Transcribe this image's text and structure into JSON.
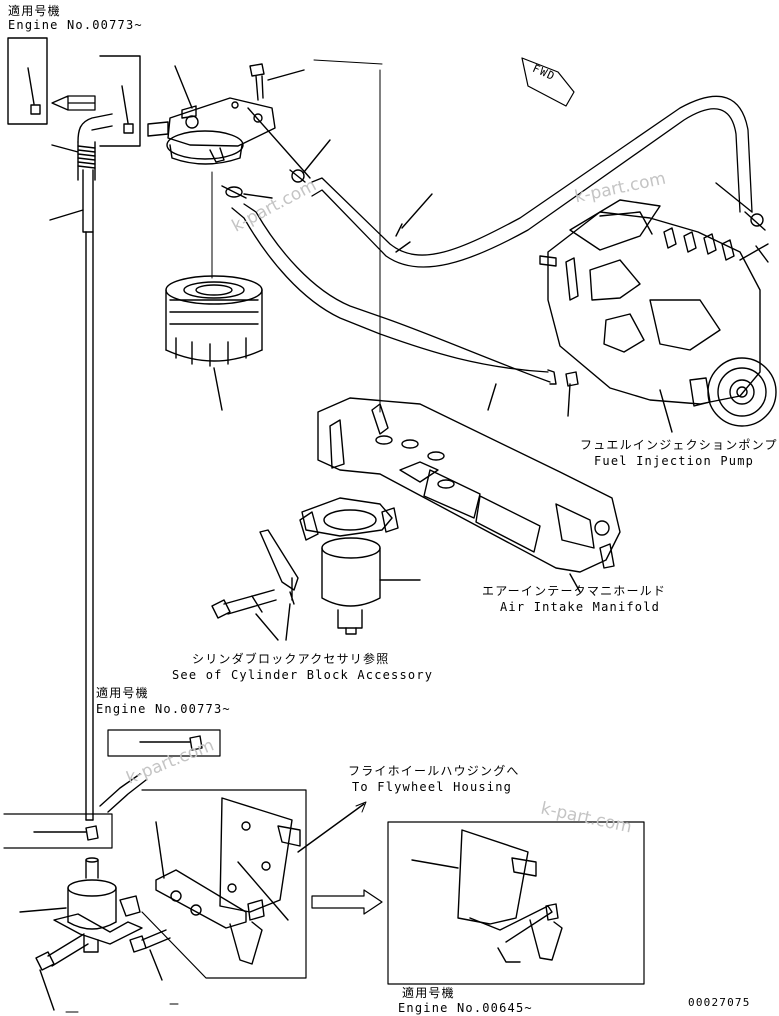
{
  "labels": {
    "top_applicable": "適用号機",
    "top_engine": "Engine No.00773~",
    "mid_applicable": "適用号機",
    "mid_engine": "Engine No.00773~",
    "bottom_applicable": "適用号機",
    "bottom_engine": "Engine No.00645~",
    "fuel_pump_jp": "フュエルインジェクションポンプ",
    "fuel_pump_en": "Fuel Injection Pump",
    "air_manifold_jp": "エアーインテークマニホールド",
    "air_manifold_en": "Air Intake Manifold",
    "cyl_block_jp": "シリンダブロックアクセサリ参照",
    "cyl_block_en": "See of Cylinder Block Accessory",
    "flywheel_jp": "フライホイールハウジングへ",
    "flywheel_en": "To Flywheel Housing",
    "fwd": "FWD",
    "drawing_number": "00027075"
  },
  "watermarks": [
    "k-part.com",
    "k-part.com",
    "k-part.com",
    "k-part.com"
  ]
}
